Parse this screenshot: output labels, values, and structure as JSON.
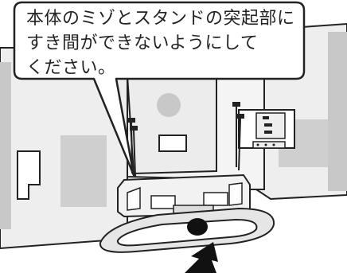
{
  "callout": {
    "lines": [
      "本体のミゾとスタンドの突起部に",
      "すき間ができないようにして",
      "ください。"
    ]
  },
  "colors": {
    "panel": "#ebebeb",
    "panel_dark": "#c8c8c8",
    "stroke": "#222222",
    "arrow": "#111111",
    "callout_fill": "#ffffff"
  },
  "icons": {
    "arrow": "up-arrow-icon"
  }
}
